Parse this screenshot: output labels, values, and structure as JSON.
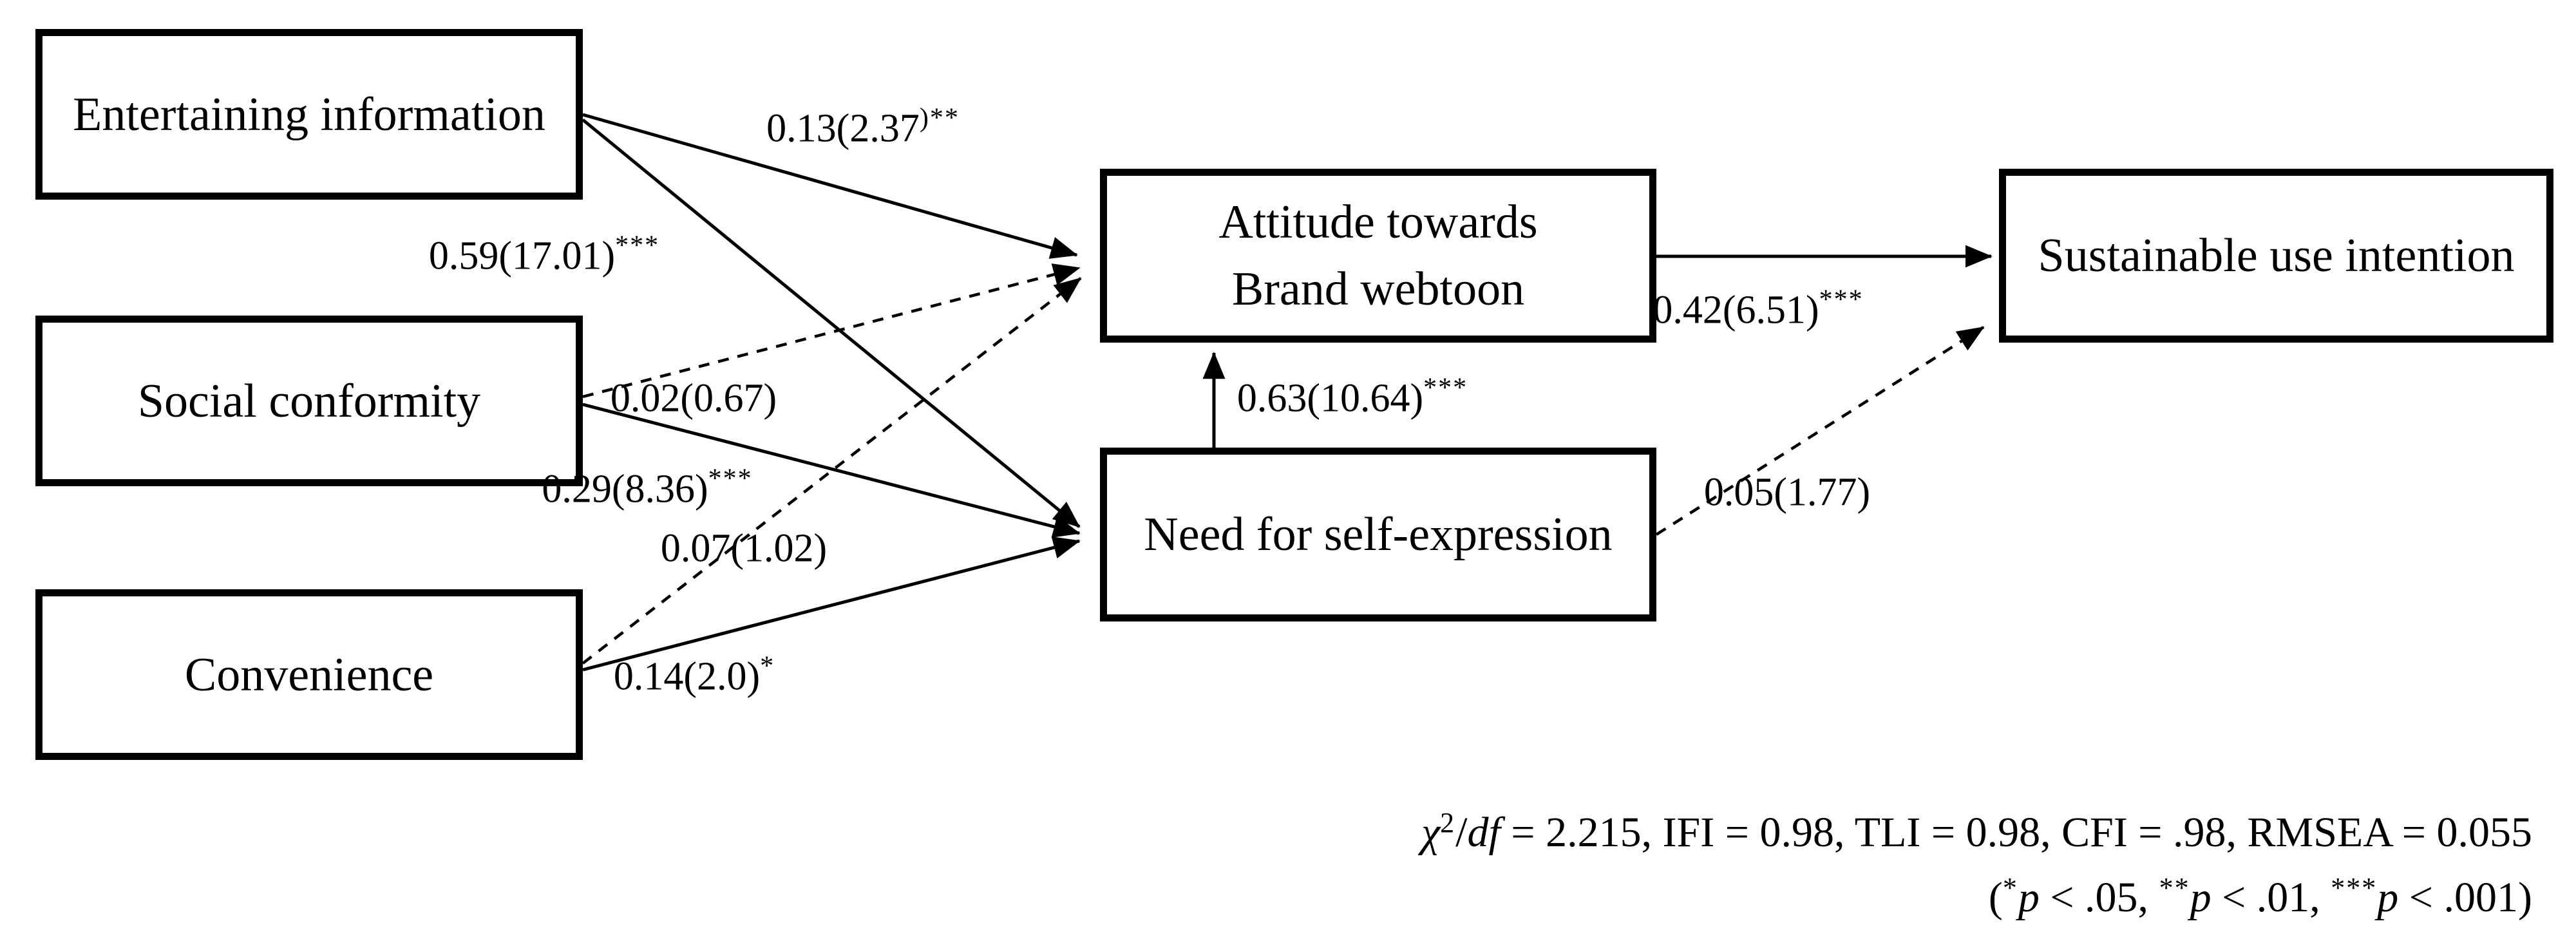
{
  "colors": {
    "line": "#000000",
    "background": "#ffffff"
  },
  "diagram": {
    "nodes": {
      "entertaining": {
        "label": "Entertaining information"
      },
      "social": {
        "label": "Social conformity"
      },
      "convenience": {
        "label": "Convenience"
      },
      "attitude": {
        "label_line1": "Attitude towards",
        "label_line2": "Brand webtoon"
      },
      "need": {
        "label": "Need for self-expression"
      },
      "sustainable": {
        "label": "Sustainable use intention"
      }
    },
    "path_labels": [
      {
        "id": "entertaining_to_attitude",
        "base": "0.13(2.37",
        "sup": ")**",
        "line_style": "solid"
      },
      {
        "id": "entertaining_to_need",
        "base": "0.59(17.01)",
        "sup": "***",
        "line_style": "solid"
      },
      {
        "id": "social_to_attitude",
        "base": "0.02(0.67)",
        "sup": "",
        "line_style": "dashed"
      },
      {
        "id": "social_to_need",
        "base": "0.29(8.36)",
        "sup": "***",
        "line_style": "solid"
      },
      {
        "id": "convenience_to_attitude",
        "base": "0.07(1.02)",
        "sup": "",
        "line_style": "dashed"
      },
      {
        "id": "convenience_to_need",
        "base": "0.14(2.0)",
        "sup": "*",
        "line_style": "solid"
      },
      {
        "id": "need_to_attitude",
        "base": "0.63(10.64)",
        "sup": "***",
        "line_style": "solid"
      },
      {
        "id": "attitude_to_sustainable",
        "base": "0.42(6.51)",
        "sup": "***",
        "line_style": "solid"
      },
      {
        "id": "need_to_sustainable",
        "base": "0.05(1.77)",
        "sup": "",
        "line_style": "dashed"
      }
    ],
    "fit_statistics": {
      "line1": {
        "chi": "χ",
        "chi_sup": "2",
        "slash": "/",
        "df": "df",
        "rest": " = 2.215, IFI = 0.98, TLI = 0.98, CFI = .98, RMSEA = 0.055"
      },
      "line2": {
        "open": "(",
        "parts": [
          {
            "sig": "*",
            "pvar": "p",
            "cmp": " < .05, "
          },
          {
            "sig": "**",
            "pvar": "p",
            "cmp": " < .01, "
          },
          {
            "sig": "***",
            "pvar": "p",
            "cmp": " < .001)"
          }
        ]
      }
    }
  }
}
